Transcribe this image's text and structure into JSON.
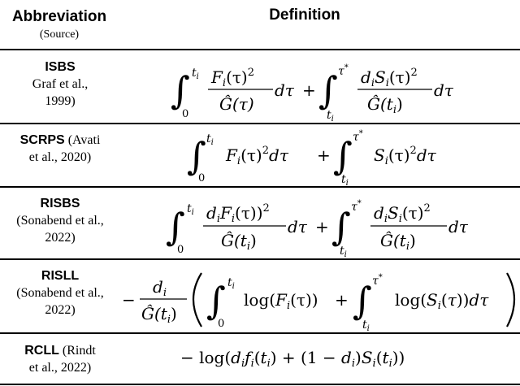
{
  "header": {
    "abbreviation": "Abbreviation",
    "source": "(Source)",
    "definition": "Definition"
  },
  "rows": [
    {
      "abbr": "ISBS",
      "src1": "Graf et al.,",
      "src2": "1999)"
    },
    {
      "abbr": "SCRPS",
      "src1": "(Avati",
      "src2": "et al., 2020)"
    },
    {
      "abbr": "RISBS",
      "src1": "(Sonabend et al.,",
      "src2": "2022)"
    },
    {
      "abbr": "RISLL",
      "src1": "(Sonabend et al.,",
      "src2": "2022)"
    },
    {
      "abbr": "RCLL",
      "src1": "(Rindt",
      "src2": "et al., 2022)"
    }
  ],
  "formulas": {
    "isbs": {
      "lower1": "0",
      "upper1": "t",
      "upper1_sub": "i",
      "num1": "F",
      "num1_sub": "i",
      "num1_rest": "(τ)",
      "num1_sup": "2",
      "den1": "Ĝ(τ)",
      "dtau": "dτ",
      "plus": "+",
      "lower2": "t",
      "lower2_sub": "i",
      "upper2": "τ",
      "upper2_sup": "*",
      "num2": "d",
      "num2_sub": "i",
      "num2_b": "S",
      "num2_b_sub": "i",
      "num2_rest": "(τ)",
      "num2_sup": "2",
      "den2": "Ĝ(t",
      "den2_sub": "i",
      "den2_close": ")"
    },
    "scrps": {
      "lower1": "0",
      "upper1": "t",
      "upper1_sub": "i",
      "term1": "F",
      "term1_sub": "i",
      "term1_rest": "(τ)",
      "term1_sup": "2",
      "dtau": "dτ",
      "plus": "+",
      "lower2": "t",
      "lower2_sub": "i",
      "upper2": "τ",
      "upper2_sup": "*",
      "term2": "S",
      "term2_sub": "i",
      "term2_rest": "(τ)",
      "term2_sup": "2"
    },
    "risbs": {
      "lower1": "0",
      "upper1": "t",
      "upper1_sub": "i",
      "num1": "d",
      "num1_sub": "i",
      "num1_b": "F",
      "num1_b_sub": "i",
      "num1_rest": "(τ))",
      "num1_sup": "2",
      "den1": "Ĝ(t",
      "den1_sub": "i",
      "den1_close": ")",
      "dtau": "dτ",
      "plus": "+",
      "lower2": "t",
      "lower2_sub": "i",
      "upper2": "τ",
      "upper2_sup": "*",
      "num2": "d",
      "num2_sub": "i",
      "num2_b": "S",
      "num2_b_sub": "i",
      "num2_rest": "(τ)",
      "num2_sup": "2",
      "den2": "Ĝ(t",
      "den2_sub": "i",
      "den2_close": ")"
    },
    "risll": {
      "minus": "−",
      "num": "d",
      "num_sub": "i",
      "den": "Ĝ(t",
      "den_sub": "i",
      "den_close": ")",
      "lower1": "0",
      "upper1": "t",
      "upper1_sub": "i",
      "log1": "log(F",
      "log1_sub": "i",
      "log1_rest": "(τ))",
      "plus": "+",
      "lower2": "t",
      "lower2_sub": "i",
      "upper2": "τ",
      "upper2_sup": "*",
      "log2": "log(S",
      "log2_sub": "i",
      "log2_rest": "(τ))dτ"
    },
    "rcll": {
      "text_a": "− log(d",
      "a_sub": "i",
      "text_b": "f",
      "b_sub": "i",
      "text_c": "(t",
      "c_sub": "i",
      "text_d": ") + (1 − d",
      "d_sub": "i",
      "text_e": ")S",
      "e_sub": "i",
      "text_f": "(t",
      "f_sub": "i",
      "text_g": "))"
    }
  }
}
